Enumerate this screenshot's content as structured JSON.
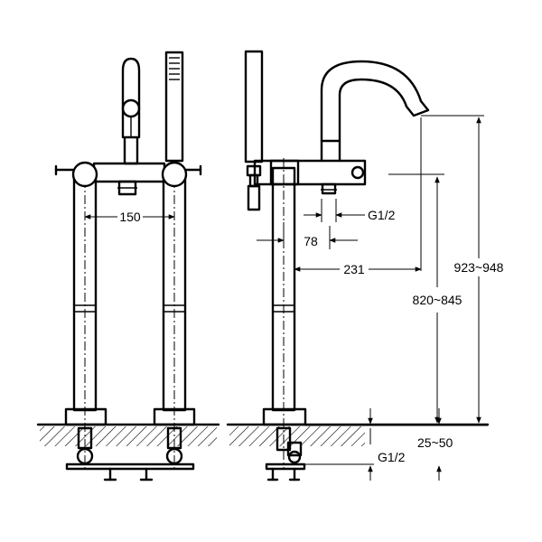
{
  "colors": {
    "line": "#000000",
    "background": "#ffffff"
  },
  "dimensions": {
    "d150": "150",
    "g12_top": "G1/2",
    "d78": "78",
    "d231": "231",
    "d820_845": "820~845",
    "d923_948": "923~948",
    "d25_50": "25~50",
    "g12_bottom": "G1/2"
  }
}
